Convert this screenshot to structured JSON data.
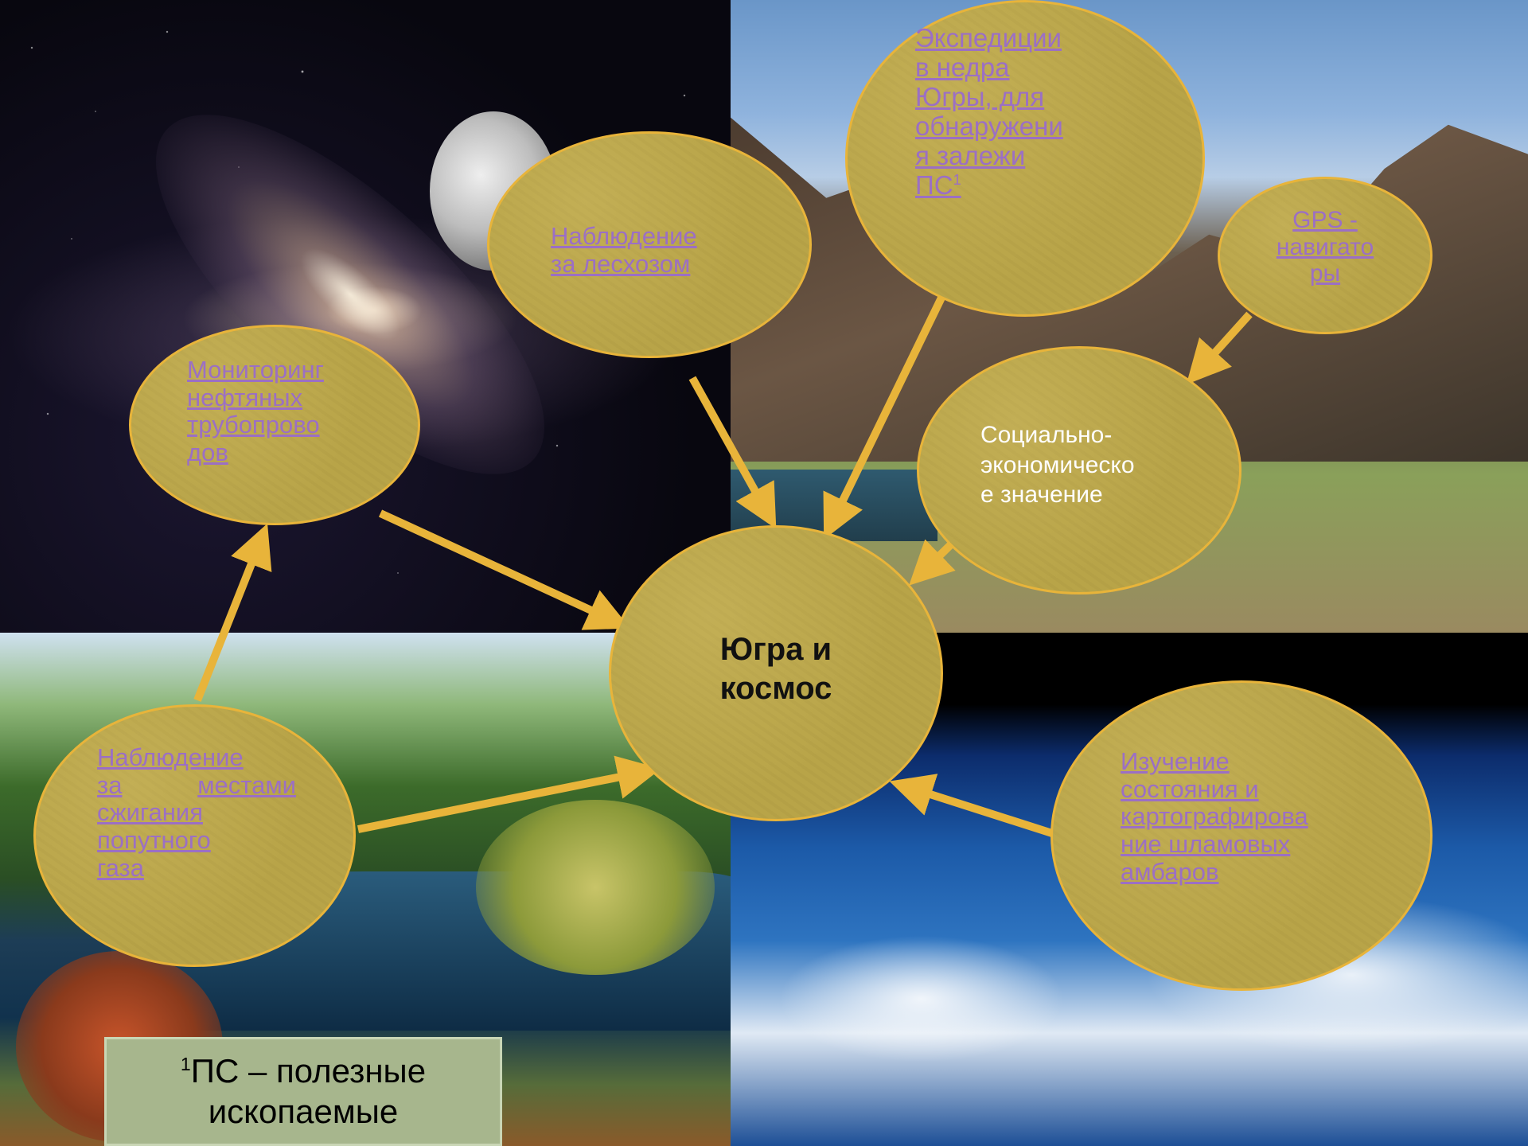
{
  "center": {
    "line1": "Югра и",
    "line2": "космос"
  },
  "nodes": {
    "expeditions": {
      "lines": [
        "Экспедиции",
        "в недра",
        "Югры, для",
        "обнаружени",
        "я залежи"
      ],
      "last": "ПС",
      "sup": "1"
    },
    "forestry": {
      "lines": [
        "Наблюдение",
        "за лесхозом"
      ]
    },
    "gps": {
      "lines": [
        "GPS -",
        "навигато",
        "ры"
      ]
    },
    "pipelines": {
      "lines": [
        "Мониторинг",
        "нефтяных",
        "трубопрово",
        "дов"
      ]
    },
    "social": {
      "lines": [
        "Социально-",
        "экономическо",
        "е значение"
      ]
    },
    "gas_flaring": {
      "lines": [
        "Наблюдение",
        "за",
        "местами",
        "сжигания",
        "попутного",
        "газа"
      ]
    },
    "sludge": {
      "lines": [
        "Изучение",
        "состояния и",
        "картографирова",
        "ние шламовых",
        "амбаров"
      ]
    }
  },
  "footnote": {
    "sup": "1",
    "line1": "ПС – полезные",
    "line2": "ископаемые"
  },
  "colors": {
    "ellipse_fill": "#b8a448",
    "ellipse_border": "#e8b43a",
    "arrow": "#e8b43a",
    "link_text": "#9b6fc4",
    "footnote_bg": "#a7b68d"
  }
}
